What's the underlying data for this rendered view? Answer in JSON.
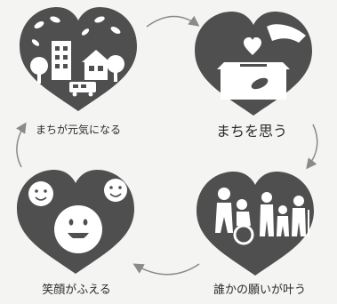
{
  "colors": {
    "heart": "#4f4f4f",
    "ink": "#2b2b2b",
    "arrow": "#8a8a8a",
    "paper": "#f4f4f2"
  },
  "cycle": [
    {
      "id": "town",
      "label": "まちが元気になる",
      "icon": "town-icon"
    },
    {
      "id": "care",
      "label": "まちを思う",
      "icon": "ballot-box-icon"
    },
    {
      "id": "wish",
      "label": "誰かの願いが叶う",
      "icon": "family-icon"
    },
    {
      "id": "smile",
      "label": "笑顔がふえる",
      "icon": "smiling-faces-icon"
    }
  ]
}
